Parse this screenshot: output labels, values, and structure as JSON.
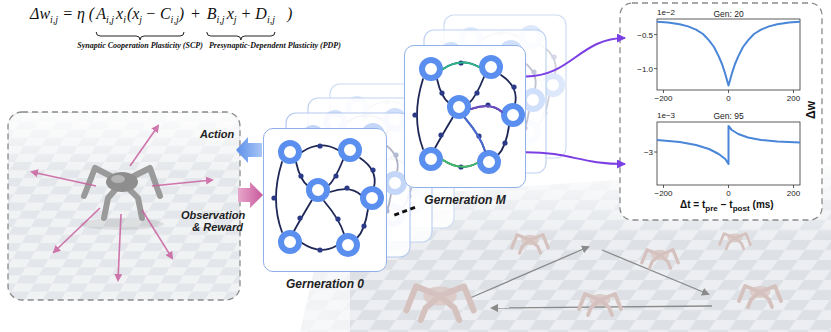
{
  "diagram": {
    "nodes": [
      {
        "text": [
          "Gerneration 0"
        ]
      },
      {
        "text": [
          "Gerneration M"
        ]
      },
      {
        "text": [
          "Gen: 20"
        ]
      },
      {
        "text": [
          "Gen: 95"
        ]
      }
    ],
    "edges": [
      {
        "from": 1,
        "to": 2,
        "arrow": "to"
      },
      {
        "from": 1,
        "to": 3,
        "arrow": "to"
      }
    ],
    "labels": [
      "Δw",
      "i,j",
      "= η (",
      "A",
      "i,j",
      "x",
      "i",
      "(x",
      "j",
      "− C",
      "i,j",
      ")",
      "+",
      "B",
      "i,j",
      "x",
      "j",
      "+ D",
      "i,j",
      ")",
      "Synaptic Cooperation Plasticity (SCP)",
      "Presynaptic-Dependent Plasticity (PDP)",
      "Action",
      "Observation & Reward",
      "1e−2",
      "−0.5",
      "−1.0",
      "−200",
      "0",
      "200",
      "1e−3",
      "−3",
      "−200",
      "0",
      "200",
      "Δw",
      "Δt = t",
      "pre",
      "− t",
      "post",
      "(ms)"
    ]
  }
}
